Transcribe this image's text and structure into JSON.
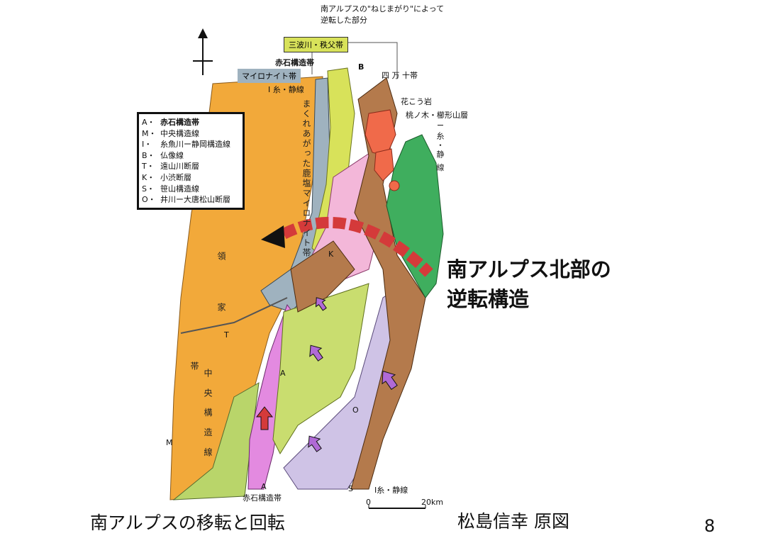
{
  "map": {
    "legend": [
      {
        "key": "A・",
        "name": "赤石構造帯"
      },
      {
        "key": "M・",
        "name": "中央構造線"
      },
      {
        "key": "I・",
        "name": "糸魚川ー静岡構造線"
      },
      {
        "key": "B・",
        "name": "仏像線"
      },
      {
        "key": "T・",
        "name": "遠山川断層"
      },
      {
        "key": "K・",
        "name": "小渋断層"
      },
      {
        "key": "S・",
        "name": "笹山構造線"
      },
      {
        "key": "O・",
        "name": "井川ー大唐松山断層"
      }
    ],
    "top_note_line1": "南アルプスの\"ねじまがり\"によって",
    "top_note_line2": "逆転した部分",
    "tag_sanbagawa": "三波川・秩父帯",
    "tag_akaishi_top": "赤石構造帯",
    "tag_mylonite": "マイロナイト帯",
    "label_itoshizu_top": "I 糸・静線",
    "label_B": "B",
    "label_shimanto": "四 万 十帯",
    "label_granite": "花こう岩",
    "label_tonoki": "桃ノ木・櫛形山層",
    "label_itoshizu_right": "I 糸・静 線",
    "vertical_makure": "まくれあがった鹿塩マイロナイト帯",
    "label_K": "K",
    "vertical_ryoke": "領 家",
    "label_T": "T",
    "vertical_tai": "帯",
    "vertical_chuo": "中 央 構 造 線",
    "label_M": "M",
    "label_A_mid": "A",
    "label_O": "O",
    "label_A_bottom": "A",
    "label_akaishi_bottom": "赤石構造帯",
    "label_S": "S",
    "label_itoshizu_bottom": "I糸・静線",
    "scale_zero": "0",
    "scale_end": "20km",
    "title_line1": "南アルプス北部の",
    "title_line2": "逆転構造",
    "caption_left": "南アルプスの移転と回転",
    "caption_right": "松島信幸  原図",
    "page_number": "8",
    "colors": {
      "ryoke": "#f2a93a",
      "mylonite": "#9fb2bf",
      "sanbagawa": "#d8e25a",
      "akaishi": "#e38ae0",
      "lavender": "#cfc3e6",
      "brown": "#b47a4c",
      "green": "#3fae5e",
      "granite": "#f06a4a",
      "pink": "#f3b7d9",
      "lightgreen": "#c9dd6f",
      "arrow_purple": "#b06ad6",
      "arrow_red": "#d43a3a"
    }
  }
}
